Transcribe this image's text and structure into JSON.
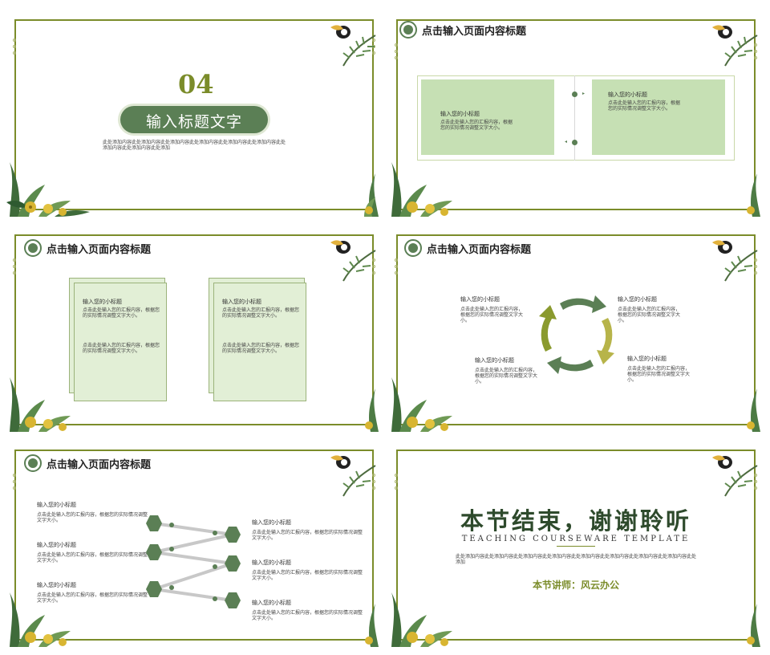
{
  "slide1": {
    "number": "04",
    "title": "输入标题文字",
    "desc": "此处添加内容此处添加内容此处添加内容此处添加内容此处添加内容此处添加内容此处添加内容此处添加内容此处添加"
  },
  "header_title": "点击输入页面内容标题",
  "slide2": {
    "left": {
      "subtitle": "输入您的小标题",
      "text": "点击此处输入您的汇报内容，根据您的实际情况调整文字大小。"
    },
    "right": {
      "subtitle": "输入您的小标题",
      "text": "点击此处输入您的汇报内容，根据您的实际情况调整文字大小。"
    }
  },
  "slide3": {
    "cards": [
      {
        "subtitle": "输入您的小标题",
        "p1": "点击此处输入您的汇报内容，根据您的实际情况调整文字大小。",
        "p2": "点击此处输入您的汇报内容，根据您的实际情况调整文字大小。"
      },
      {
        "subtitle": "输入您的小标题",
        "p1": "点击此处输入您的汇报内容，根据您的实际情况调整文字大小。",
        "p2": "点击此处输入您的汇报内容，根据您的实际情况调整文字大小。"
      }
    ]
  },
  "slide4": {
    "items": [
      {
        "subtitle": "输入您的小标题",
        "text": "点击此处输入您的汇报内容，根据您的实际情况调整文字大小。"
      },
      {
        "subtitle": "输入您的小标题",
        "text": "点击此处输入您的汇报内容，根据您的实际情况调整文字大小。"
      },
      {
        "subtitle": "输入您的小标题",
        "text": "点击此处输入您的汇报内容，根据您的实际情况调整文字大小。"
      },
      {
        "subtitle": "输入您的小标题",
        "text": "点击此处输入您的汇报内容，根据您的实际情况调整文字大小。"
      }
    ]
  },
  "slide5": {
    "left": [
      {
        "subtitle": "输入您的小标题",
        "text": "点击此处输入您的汇报内容，根据您的实际情况调整文字大小。"
      },
      {
        "subtitle": "输入您的小标题",
        "text": "点击此处输入您的汇报内容，根据您的实际情况调整文字大小。"
      },
      {
        "subtitle": "输入您的小标题",
        "text": "点击此处输入您的汇报内容，根据您的实际情况调整文字大小。"
      }
    ],
    "right": [
      {
        "subtitle": "输入您的小标题",
        "text": "点击此处输入您的汇报内容，根据您的实际情况调整文字大小。"
      },
      {
        "subtitle": "输入您的小标题",
        "text": "点击此处输入您的汇报内容，根据您的实际情况调整文字大小。"
      },
      {
        "subtitle": "输入您的小标题",
        "text": "点击此处输入您的汇报内容，根据您的实际情况调整文字大小。"
      }
    ]
  },
  "slide6": {
    "title": "本节结束，谢谢聆听",
    "english": "TEACHING COURSEWARE TEMPLATE",
    "desc": "此处添加内容此处添加内容此处添加内容此处添加内容此处添加内容此处添加内容此处添加内容此处添加内容此处添加",
    "lecturer": "本节讲师：风云办公"
  },
  "colors": {
    "accent": "#7b8c2a",
    "dark_green": "#5b7f55",
    "light_green": "#c6e0b4",
    "olive": "#a3a437"
  }
}
